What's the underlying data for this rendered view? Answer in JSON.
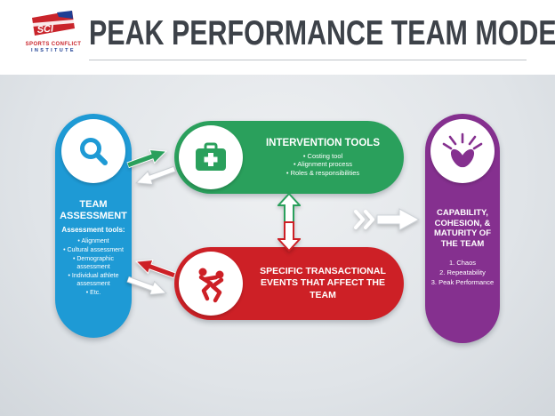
{
  "header": {
    "title": "PEAK PERFORMANCE TEAM MODEL",
    "logo": {
      "abbr": "SCI",
      "line1": "SPORTS CONFLICT",
      "line2": "INSTITUTE"
    }
  },
  "team_assessment": {
    "title": "TEAM ASSESSMENT",
    "tools_label": "Assessment tools:",
    "items": [
      "Alignment",
      "Cultural assessment",
      "Demographic assessment",
      "Individual athlete assessment",
      "Etc."
    ]
  },
  "intervention_tools": {
    "title": "INTERVENTION TOOLS",
    "items": [
      "Costing tool",
      "Alignment process",
      "Roles & responsibilities"
    ]
  },
  "transactional_events": {
    "title": "SPECIFIC TRANSACTIONAL EVENTS THAT AFFECT THE TEAM"
  },
  "capability": {
    "title": "CAPABILITY, COHESION, & MATURITY OF THE TEAM",
    "items": [
      "1. Chaos",
      "2. Repeatability",
      "3. Peak Performance"
    ]
  },
  "colors": {
    "blue": "#1e9ad5",
    "green": "#2aa05c",
    "red": "#cd2026",
    "purple": "#85308f"
  }
}
